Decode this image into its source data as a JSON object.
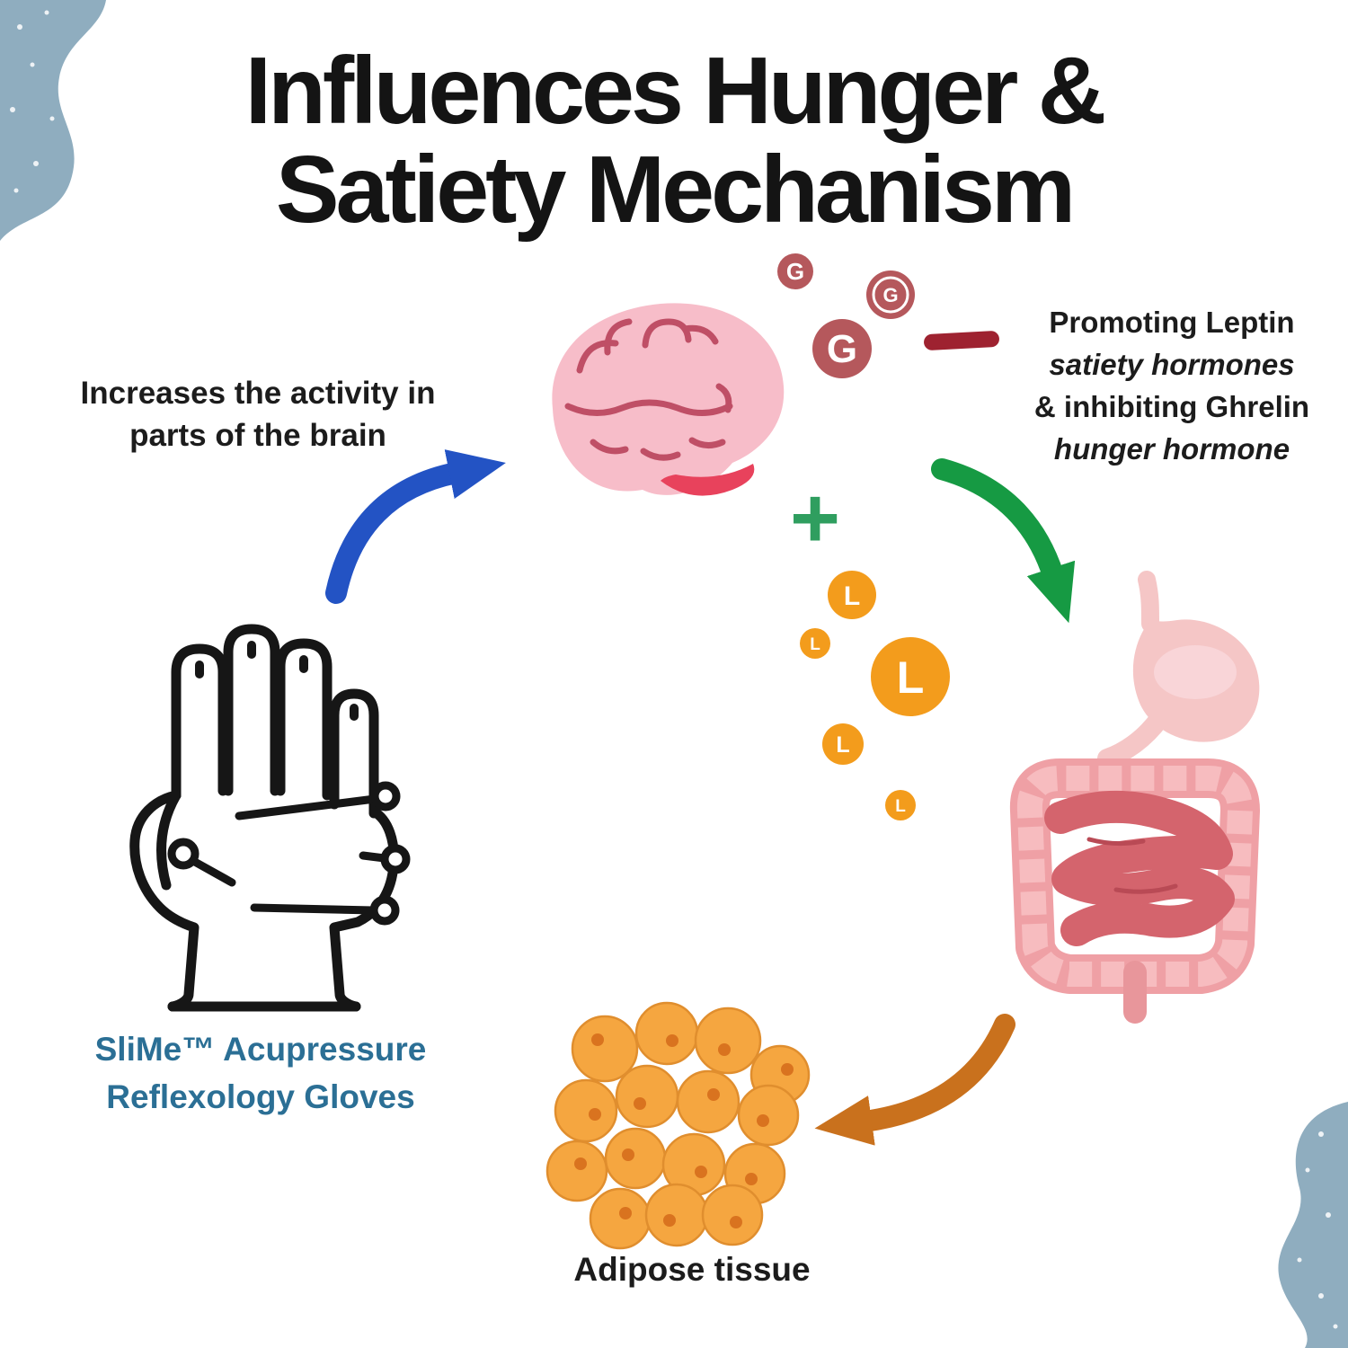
{
  "title": {
    "line1": "Influences Hunger &",
    "line2": "Satiety Mechanism"
  },
  "brain_label": {
    "line1": "Increases the activity in",
    "line2": "parts of the brain"
  },
  "hormone_label": {
    "line1": "Promoting Leptin",
    "line2": "satiety hormones",
    "line3": "& inhibiting Ghrelin",
    "line4": "hunger hormone"
  },
  "gloves_label": {
    "line1": "SliMe™ Acupressure",
    "line2": "Reflexology Gloves"
  },
  "adipose_label": "Adipose tissue",
  "symbols": {
    "ghrelin": "G",
    "leptin": "L",
    "plus": "+"
  },
  "colors": {
    "ghrelin": "#b5585c",
    "minus": "#9e2230",
    "leptin": "#f39c1c",
    "plus": "#2f9e5f",
    "arrow_blue": "#2353c4",
    "arrow_green": "#169a43",
    "arrow_orange": "#c9711d",
    "brain_pink": "#f7bdc9",
    "intestine_light": "#efa0a5",
    "intestine_dark": "#d4646d",
    "adipose_fill": "#f5a640",
    "gloves_text": "#2b6f95",
    "corner_blob": "#8fadbf"
  }
}
